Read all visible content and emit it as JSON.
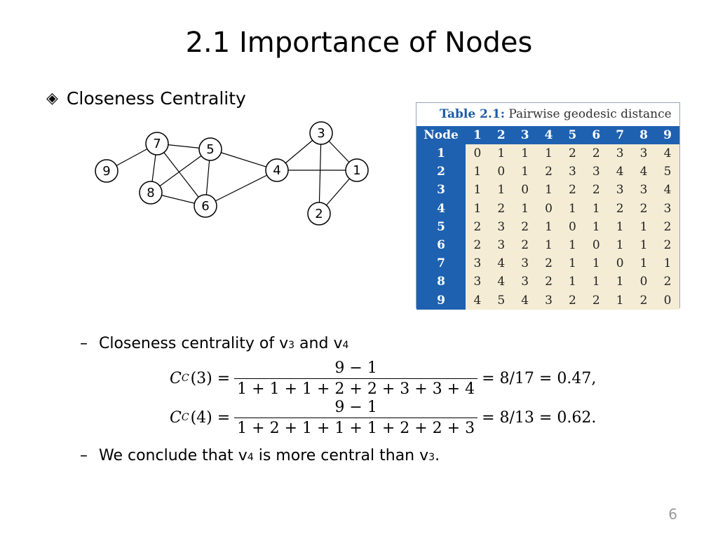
{
  "slide": {
    "title": "2.1 Importance of Nodes",
    "bullet_glyph": "◈",
    "bullet_text": "Closeness Centrality",
    "page_number": "6"
  },
  "graph": {
    "nodes": [
      "1",
      "2",
      "3",
      "4",
      "5",
      "6",
      "7",
      "8",
      "9"
    ],
    "edges": [
      [
        "9",
        "7"
      ],
      [
        "7",
        "5"
      ],
      [
        "7",
        "8"
      ],
      [
        "7",
        "6"
      ],
      [
        "5",
        "8"
      ],
      [
        "5",
        "6"
      ],
      [
        "5",
        "4"
      ],
      [
        "8",
        "6"
      ],
      [
        "6",
        "4"
      ],
      [
        "4",
        "3"
      ],
      [
        "4",
        "1"
      ],
      [
        "3",
        "1"
      ],
      [
        "3",
        "2"
      ],
      [
        "1",
        "2"
      ]
    ]
  },
  "table": {
    "caption_label": "Table 2.1:",
    "caption_text": "Pairwise geodesic distance",
    "header": [
      "Node",
      "1",
      "2",
      "3",
      "4",
      "5",
      "6",
      "7",
      "8",
      "9"
    ],
    "rows": [
      {
        "node": "1",
        "values": [
          "0",
          "1",
          "1",
          "1",
          "2",
          "2",
          "3",
          "3",
          "4"
        ]
      },
      {
        "node": "2",
        "values": [
          "1",
          "0",
          "1",
          "2",
          "3",
          "3",
          "4",
          "4",
          "5"
        ]
      },
      {
        "node": "3",
        "values": [
          "1",
          "1",
          "0",
          "1",
          "2",
          "2",
          "3",
          "3",
          "4"
        ]
      },
      {
        "node": "4",
        "values": [
          "1",
          "2",
          "1",
          "0",
          "1",
          "1",
          "2",
          "2",
          "3"
        ]
      },
      {
        "node": "5",
        "values": [
          "2",
          "3",
          "2",
          "1",
          "0",
          "1",
          "1",
          "1",
          "2"
        ]
      },
      {
        "node": "6",
        "values": [
          "2",
          "3",
          "2",
          "1",
          "1",
          "0",
          "1",
          "1",
          "2"
        ]
      },
      {
        "node": "7",
        "values": [
          "3",
          "4",
          "3",
          "2",
          "1",
          "1",
          "0",
          "1",
          "1"
        ]
      },
      {
        "node": "8",
        "values": [
          "3",
          "4",
          "3",
          "2",
          "1",
          "1",
          "1",
          "0",
          "2"
        ]
      },
      {
        "node": "9",
        "values": [
          "4",
          "5",
          "4",
          "3",
          "2",
          "2",
          "1",
          "2",
          "0"
        ]
      }
    ]
  },
  "sub1": {
    "dash": "–",
    "text_a": "Closeness centrality of v",
    "sub_a": "3",
    "text_b": " and v",
    "sub_b": "4"
  },
  "formula1": {
    "lhs": "C",
    "lhs_sub": "C",
    "arg": "(3) =",
    "numerator": "9 − 1",
    "denominator": "1 + 1 + 1 + 2 + 2 + 3 + 3 + 4",
    "rhs": "= 8/17 = 0.47,"
  },
  "formula2": {
    "lhs": "C",
    "lhs_sub": "C",
    "arg": "(4) =",
    "numerator": "9 − 1",
    "denominator": "1 + 2 + 1 + 1 + 1 + 2 + 2 + 3",
    "rhs": "= 8/13 = 0.62."
  },
  "sub2": {
    "dash": "–",
    "text_a": "We conclude that v",
    "sub_a": "4",
    "text_b": " is more central than v",
    "sub_b": "3",
    "text_c": "."
  }
}
